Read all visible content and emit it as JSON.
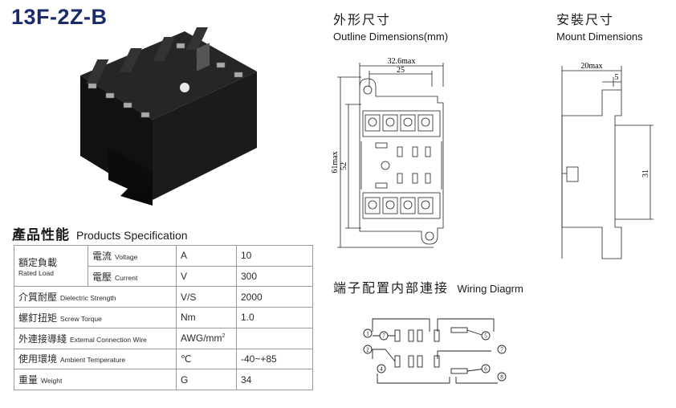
{
  "model": "13F-2Z-B",
  "spec": {
    "heading_zh": "產品性能",
    "heading_en": "Products Specification",
    "rows": [
      {
        "zh": "額定負載",
        "en": "Rated Load",
        "sub_zh": "電流",
        "sub_en": "Voltage",
        "unit": "A",
        "value": "10"
      },
      {
        "sub_zh": "電壓",
        "sub_en": "Current",
        "unit": "V",
        "value": "300"
      },
      {
        "zh": "介質耐壓",
        "en": "Dielectric Strength",
        "unit": "V/S",
        "value": "2000"
      },
      {
        "zh": "螺釘扭矩",
        "en": "Screw Torque",
        "unit": "Nm",
        "value": "1.0"
      },
      {
        "zh": "外連接導綫",
        "en": "Extemal Connection Wire",
        "unit": "AWG/mm",
        "unit_sup": "2",
        "value": ""
      },
      {
        "zh": "使用環境",
        "en": "Ambient Temperature",
        "unit": "℃",
        "value": "-40~+85"
      },
      {
        "zh": "重量",
        "en": "Weight",
        "unit": "G",
        "value": "34"
      }
    ]
  },
  "outline": {
    "title_zh": "外形尺寸",
    "title_en": "Outline Dimensions(mm)",
    "dim_width_max": "32.6max",
    "dim_width": "25",
    "dim_height_max": "61max",
    "dim_height": "52"
  },
  "mount": {
    "title_zh": "安裝尺寸",
    "title_en": "Mount Dimensions",
    "dim_width_max": "20max",
    "dim_offset": "5",
    "dim_height": "31"
  },
  "wiring": {
    "title_zh": "端子配置内部連接",
    "title_en": "Wiring Diagrm",
    "terminals": [
      "1",
      "7",
      "2",
      "4",
      "5",
      "7",
      "6",
      "8"
    ]
  }
}
